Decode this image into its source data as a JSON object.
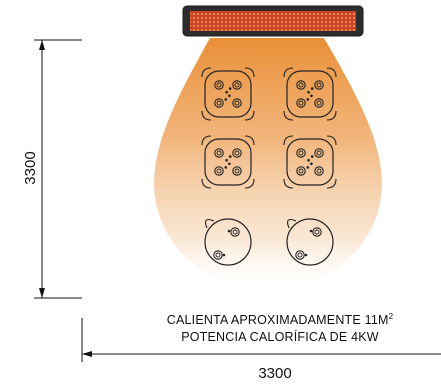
{
  "diagram": {
    "heater": {
      "name": "patio-heater",
      "colors": {
        "body": "#2d2d2d",
        "element": "#e8643a"
      }
    },
    "heat_zone": {
      "colors": {
        "top": "#e88a2c",
        "bottom": "#ffffff"
      }
    },
    "tables": {
      "rows": 3,
      "columns": 2,
      "seats_per_table": [
        4,
        4,
        4,
        4,
        2,
        2
      ]
    },
    "dimensions": {
      "height_label": "3300",
      "width_label": "3300"
    },
    "caption": {
      "line1_prefix": "CALIENTA APROXIMADAMENTE 11M",
      "line1_superscript": "2",
      "line2": "POTENCIA CALORÍFICA DE 4KW"
    }
  }
}
